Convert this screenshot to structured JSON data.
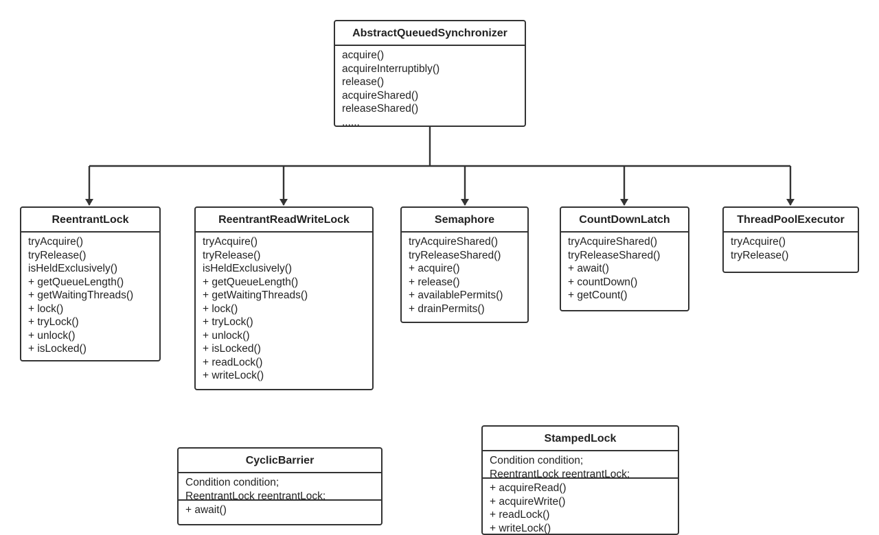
{
  "colors": {
    "stroke": "#333333",
    "background": "#ffffff",
    "text": "#222222"
  },
  "classes": {
    "aqs": {
      "name": "AbstractQueuedSynchronizer",
      "methods": [
        "acquire()",
        "acquireInterruptibly()",
        "release()",
        "acquireShared()",
        "releaseShared()",
        "......"
      ]
    },
    "reentrant_lock": {
      "name": "ReentrantLock",
      "methods": [
        "tryAcquire()",
        "tryRelease()",
        "isHeldExclusively()",
        "+ getQueueLength()",
        "+ getWaitingThreads()",
        "+ lock()",
        "+ tryLock()",
        "+ unlock()",
        "+ isLocked()"
      ]
    },
    "reentrant_read_write_lock": {
      "name": "ReentrantReadWriteLock",
      "methods": [
        "tryAcquire()",
        "tryRelease()",
        "isHeldExclusively()",
        "+ getQueueLength()",
        "+ getWaitingThreads()",
        "+ lock()",
        "+ tryLock()",
        "+ unlock()",
        "+ isLocked()",
        "+ readLock()",
        "+ writeLock()"
      ]
    },
    "semaphore": {
      "name": "Semaphore",
      "methods": [
        "tryAcquireShared()",
        "tryReleaseShared()",
        "+ acquire()",
        "+ release()",
        "+ availablePermits()",
        "+ drainPermits()"
      ]
    },
    "count_down_latch": {
      "name": "CountDownLatch",
      "methods": [
        "tryAcquireShared()",
        "tryReleaseShared()",
        "+ await()",
        "+ countDown()",
        "+ getCount()"
      ]
    },
    "thread_pool_executor": {
      "name": "ThreadPoolExecutor",
      "methods": [
        "tryAcquire()",
        "tryRelease()"
      ]
    },
    "cyclic_barrier": {
      "name": "CyclicBarrier",
      "fields": [
        "Condition condition;",
        "ReentrantLock reentrantLock;"
      ],
      "methods": [
        "+ await()"
      ]
    },
    "stamped_lock": {
      "name": "StampedLock",
      "fields": [
        "Condition condition;",
        "ReentrantLock reentrantLock;"
      ],
      "methods": [
        "+ acquireRead()",
        "+ acquireWrite()",
        "+ readLock()",
        "+ writeLock()"
      ]
    }
  }
}
